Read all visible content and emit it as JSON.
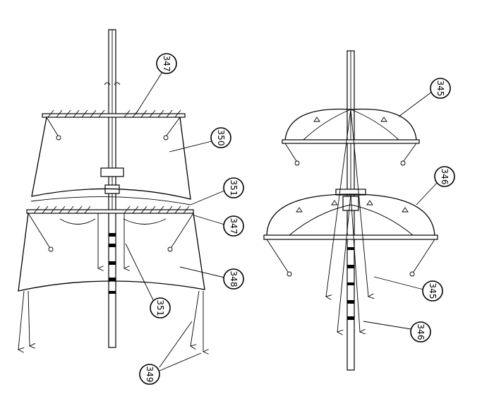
{
  "callouts": [
    {
      "id": "c347a",
      "label": "347"
    },
    {
      "id": "c350",
      "label": "350"
    },
    {
      "id": "c351a",
      "label": "351"
    },
    {
      "id": "c347b",
      "label": "347"
    },
    {
      "id": "c348",
      "label": "348"
    },
    {
      "id": "c351b",
      "label": "351"
    },
    {
      "id": "c349",
      "label": "349"
    },
    {
      "id": "c345a",
      "label": "345"
    },
    {
      "id": "c346a",
      "label": "346"
    },
    {
      "id": "c345b",
      "label": "345"
    },
    {
      "id": "c346b",
      "label": "346"
    }
  ]
}
